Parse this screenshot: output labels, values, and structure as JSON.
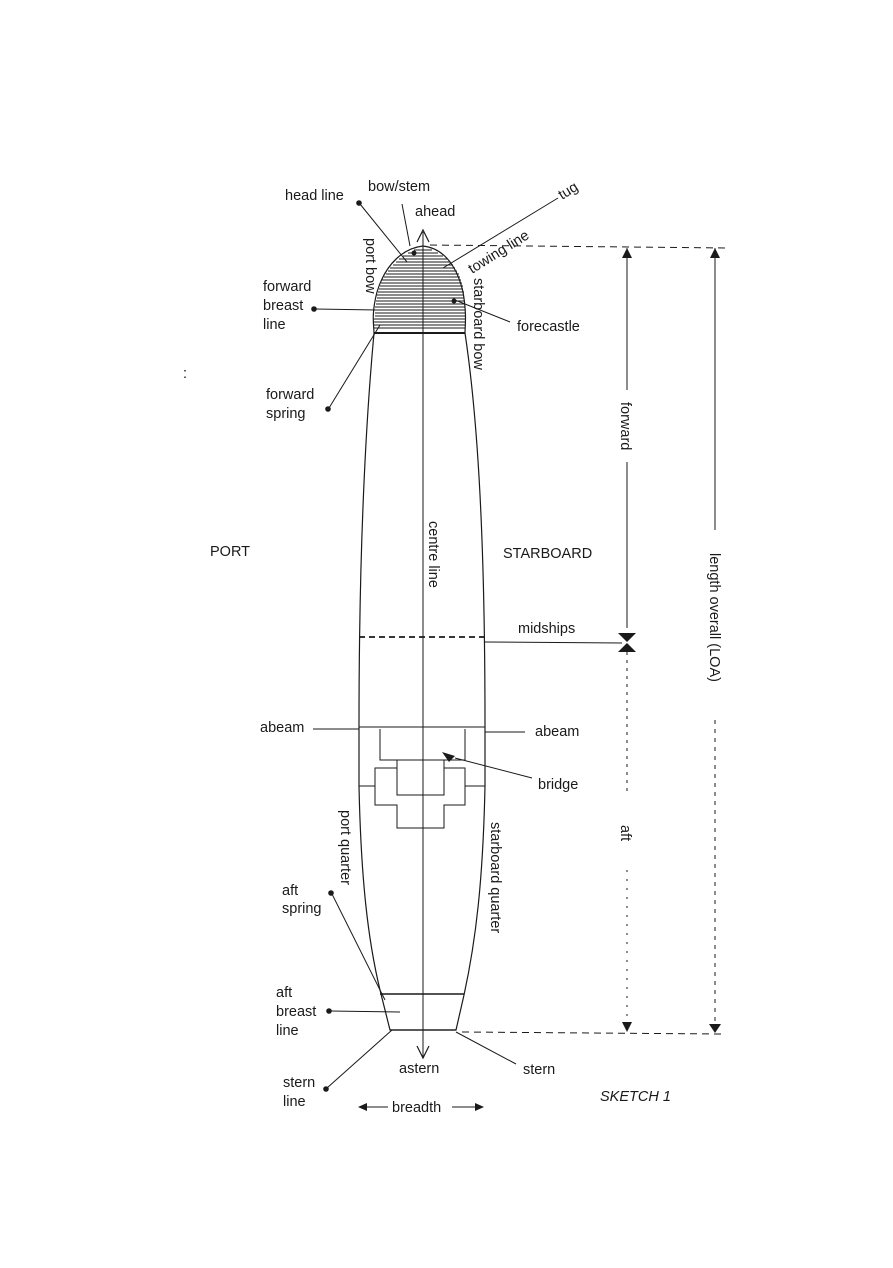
{
  "labels": {
    "head_line": "head line",
    "bow_stem": "bow/stem",
    "ahead": "ahead",
    "tug": "tug",
    "towing_line": "towing line",
    "port_bow": "port bow",
    "starboard_bow": "starboard bow",
    "forward_breast_line": [
      "forward",
      "breast",
      "line"
    ],
    "forecastle": "forecastle",
    "forward_spring": [
      "forward",
      "spring"
    ],
    "forward": "forward",
    "length_overall": "length overall (LOA)",
    "port": "PORT",
    "starboard": "STARBOARD",
    "centre_line": "centre line",
    "midships": "midships",
    "abeam_port": "abeam",
    "abeam_starboard": "abeam",
    "bridge": "bridge",
    "port_quarter": "port quarter",
    "starboard_quarter": "starboard quarter",
    "aft": "aft",
    "aft_spring": [
      "aft",
      "spring"
    ],
    "aft_breast_line": [
      "aft",
      "breast",
      "line"
    ],
    "astern": "astern",
    "stern": "stern",
    "stern_line": [
      "stern",
      "line"
    ],
    "breadth": "breadth",
    "sketch": "SKETCH 1",
    "stray_mark": ":"
  }
}
